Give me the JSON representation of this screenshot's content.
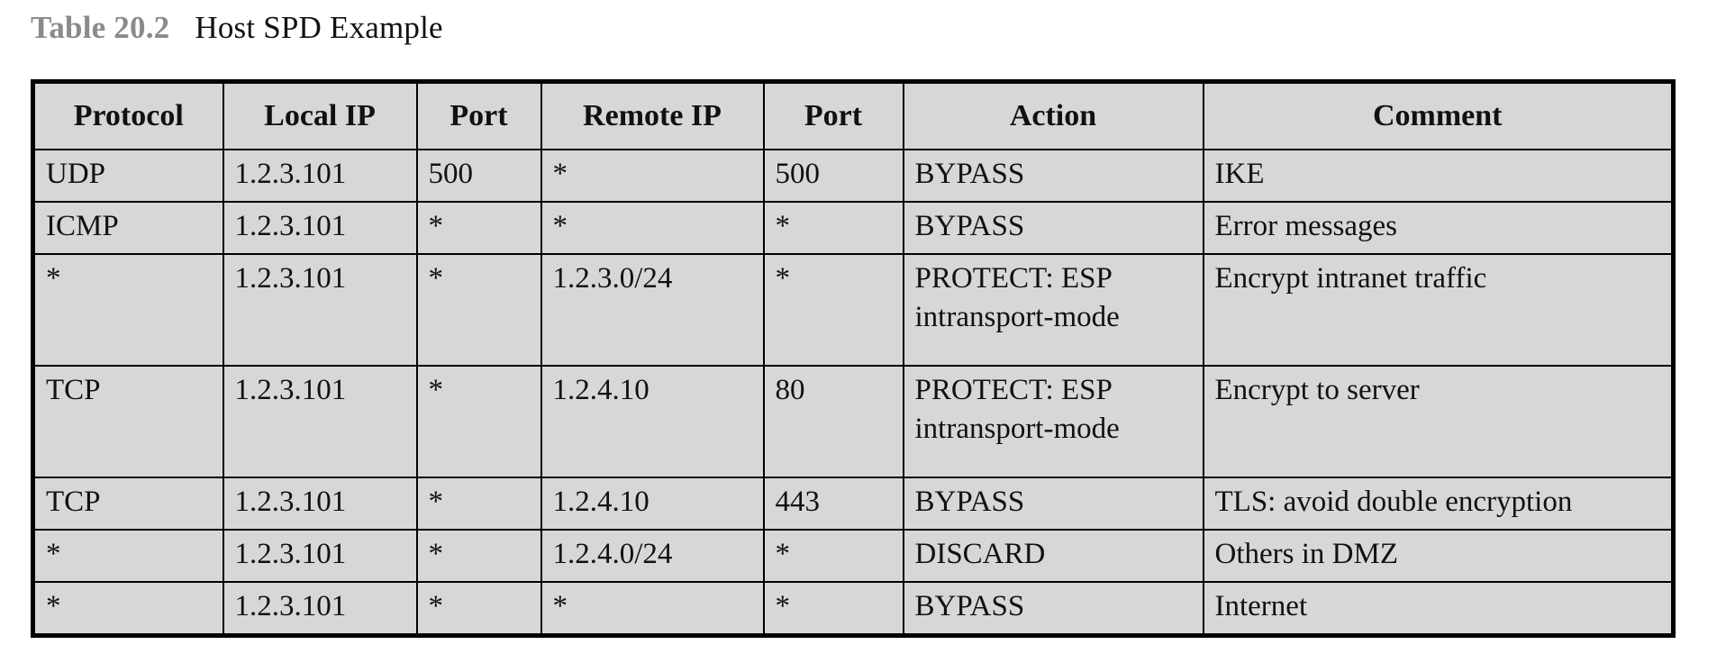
{
  "caption": {
    "label": "Table 20.2",
    "title": "Host SPD Example"
  },
  "colors": {
    "cell_background": "#d7d7d7",
    "border": "#000000",
    "caption_label": "#8a8a8a",
    "text": "#111111",
    "page_background": "#ffffff"
  },
  "table": {
    "headers": [
      "Protocol",
      "Local IP",
      "Port",
      "Remote IP",
      "Port",
      "Action",
      "Comment"
    ],
    "rows": [
      {
        "protocol": "UDP",
        "local_ip": "1.2.3.101",
        "local_port": "500",
        "remote_ip": "*",
        "remote_port": "500",
        "action": "BYPASS",
        "comment": "IKE"
      },
      {
        "protocol": "ICMP",
        "local_ip": "1.2.3.101",
        "local_port": "*",
        "remote_ip": "*",
        "remote_port": "*",
        "action": "BYPASS",
        "comment": "Error messages"
      },
      {
        "protocol": "*",
        "local_ip": "1.2.3.101",
        "local_port": "*",
        "remote_ip": "1.2.3.0/24",
        "remote_port": "*",
        "action": "PROTECT: ESP\nintransport-mode",
        "comment": "Encrypt intranet traffic"
      },
      {
        "protocol": "TCP",
        "local_ip": "1.2.3.101",
        "local_port": "*",
        "remote_ip": "1.2.4.10",
        "remote_port": "80",
        "action": "PROTECT: ESP\nintransport-mode",
        "comment": "Encrypt to server"
      },
      {
        "protocol": "TCP",
        "local_ip": "1.2.3.101",
        "local_port": "*",
        "remote_ip": "1.2.4.10",
        "remote_port": "443",
        "action": "BYPASS",
        "comment": "TLS: avoid double encryption"
      },
      {
        "protocol": "*",
        "local_ip": "1.2.3.101",
        "local_port": "*",
        "remote_ip": "1.2.4.0/24",
        "remote_port": "*",
        "action": "DISCARD",
        "comment": "Others in DMZ"
      },
      {
        "protocol": "*",
        "local_ip": "1.2.3.101",
        "local_port": "*",
        "remote_ip": "*",
        "remote_port": "*",
        "action": "BYPASS",
        "comment": "Internet"
      }
    ]
  }
}
